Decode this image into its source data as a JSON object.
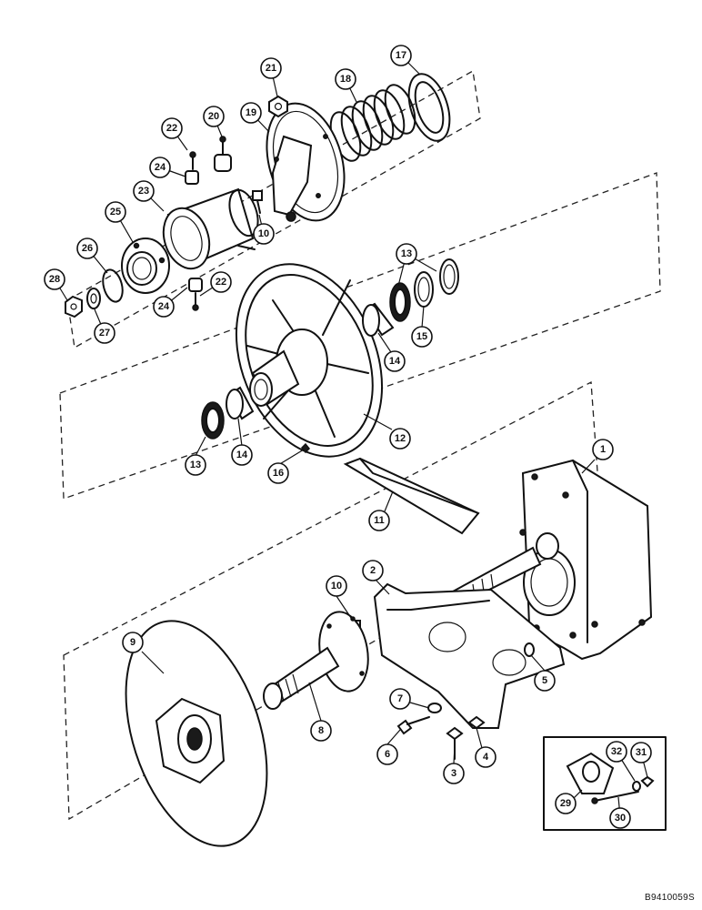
{
  "figure": {
    "drawing_number": "B9410059S",
    "callouts": {
      "c1": "1",
      "c2": "2",
      "c3": "3",
      "c4": "4",
      "c5": "5",
      "c6": "6",
      "c7": "7",
      "c8": "8",
      "c9": "9",
      "c10a": "10",
      "c10b": "10",
      "c11": "11",
      "c12": "12",
      "c13a": "13",
      "c13b": "13",
      "c14a": "14",
      "c14b": "14",
      "c15": "15",
      "c16": "16",
      "c17": "17",
      "c18": "18",
      "c19": "19",
      "c20": "20",
      "c21": "21",
      "c22a": "22",
      "c22b": "22",
      "c23": "23",
      "c24a": "24",
      "c24b": "24",
      "c25": "25",
      "c26": "26",
      "c27": "27",
      "c28": "28",
      "c29": "29",
      "c30": "30",
      "c31": "31",
      "c32": "32"
    }
  }
}
